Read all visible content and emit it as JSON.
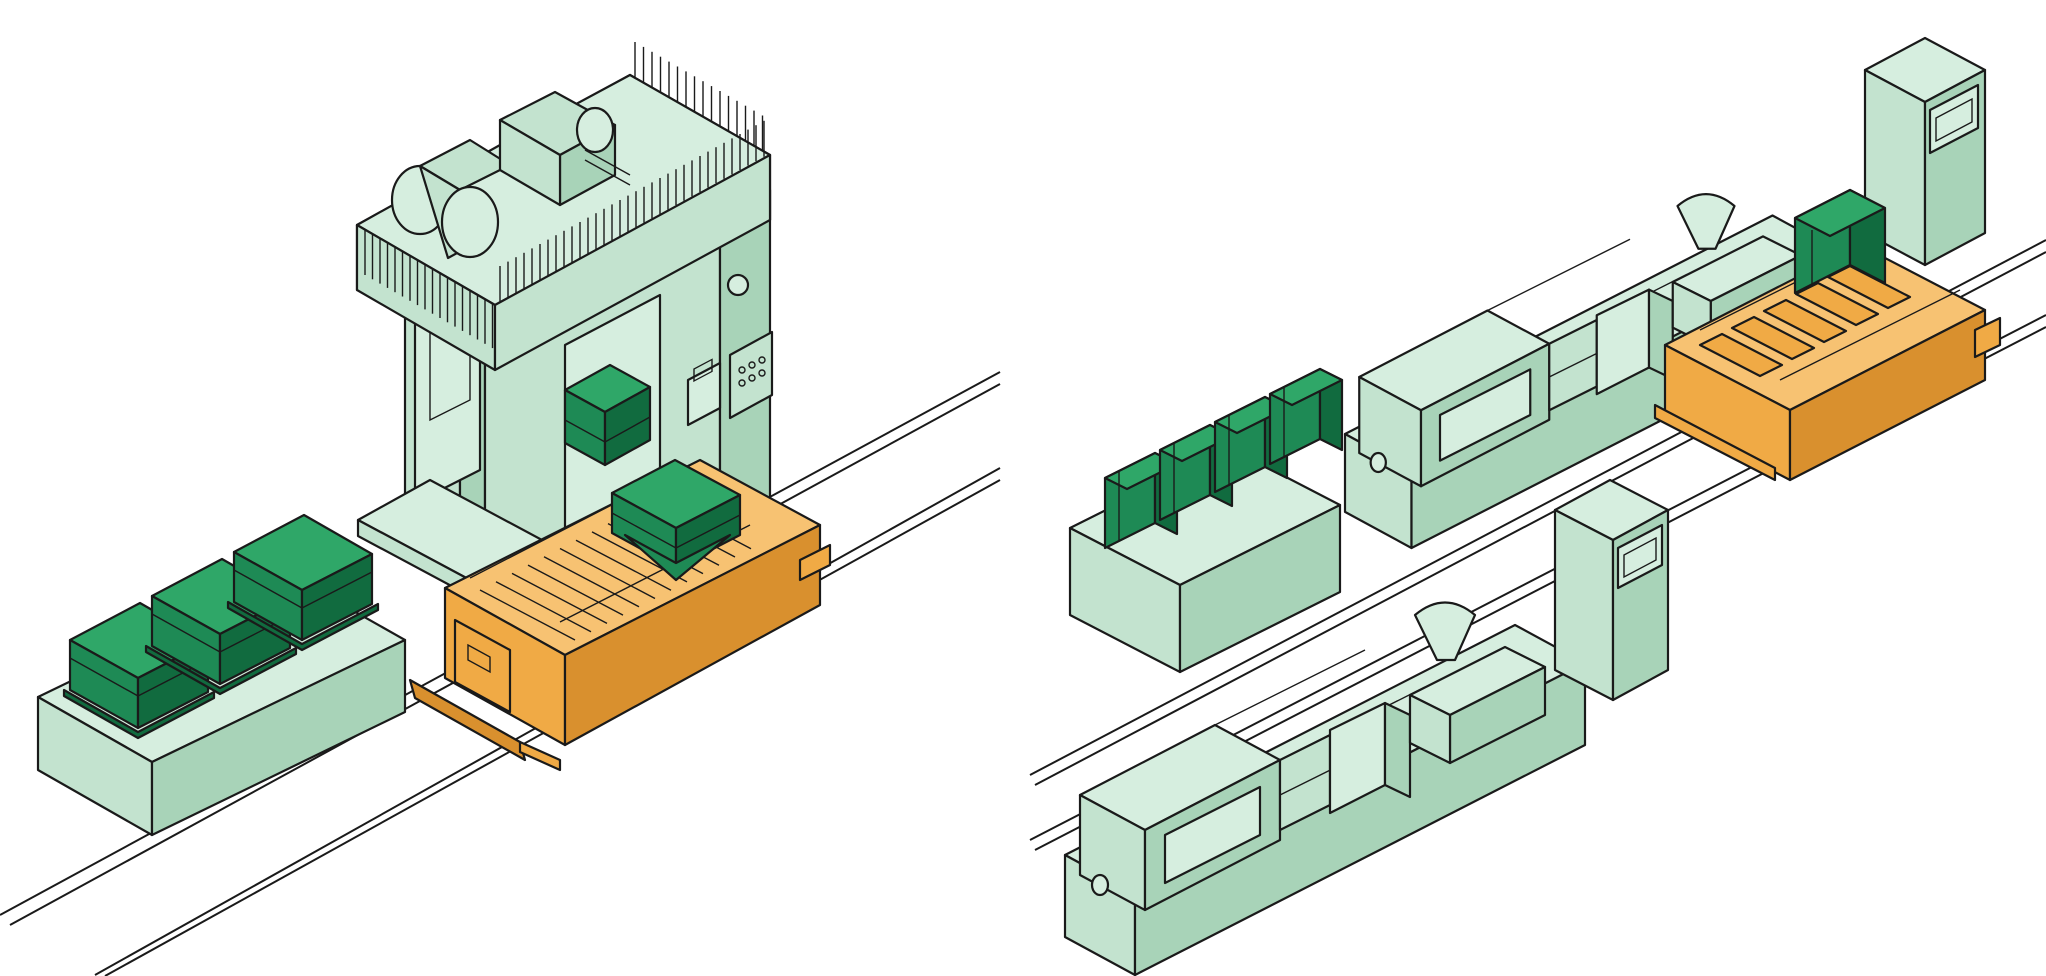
{
  "colors": {
    "machine": "#c3e3cf",
    "machine_dark": "#a8d3b8",
    "machine_light": "#d6eedf",
    "cart": "#f0aa45",
    "cart_dark": "#d9902e",
    "cart_light": "#f7c272",
    "mold": "#1e8a55",
    "mold_dark": "#116b3f",
    "mold_light": "#2fa768",
    "outline": "#1a1a1a",
    "background": "#ffffff"
  },
  "scenes": [
    {
      "name": "press-mold-change-station",
      "machine": "die-press",
      "storage_molds": 3,
      "cart_molds": 1
    },
    {
      "name": "injection-molding-mold-change-line",
      "machine": "injection-molding-machine",
      "machine_count": 2,
      "storage_molds": 4,
      "cart_molds": 1
    }
  ],
  "icons": [
    "press-icon",
    "mold-cart-icon",
    "mold-rack-icon",
    "injection-machine-icon",
    "control-cabinet-icon",
    "hopper-icon"
  ]
}
